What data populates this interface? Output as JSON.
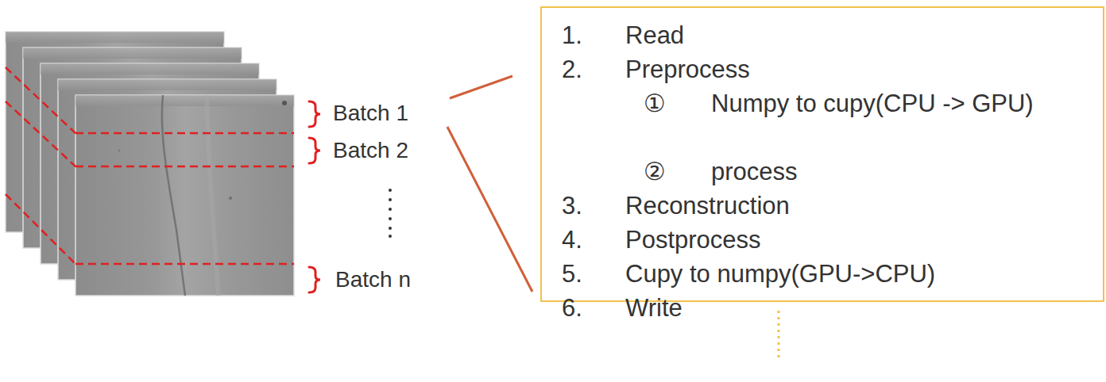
{
  "diagram": {
    "nodes": [
      {
        "text": [
          "1.",
          "Read",
          "2.",
          "Preprocess",
          "①",
          "Numpy to cupy(CPU -> GPU)",
          "②",
          "process",
          "3.",
          "Reconstruction",
          "4.",
          "Postprocess",
          "5.",
          "Cupy to numpy(GPU->CPU)",
          "6.",
          "Write"
        ]
      }
    ],
    "labels": [
      "Batch 1",
      "Batch 2",
      "Batch n"
    ]
  }
}
